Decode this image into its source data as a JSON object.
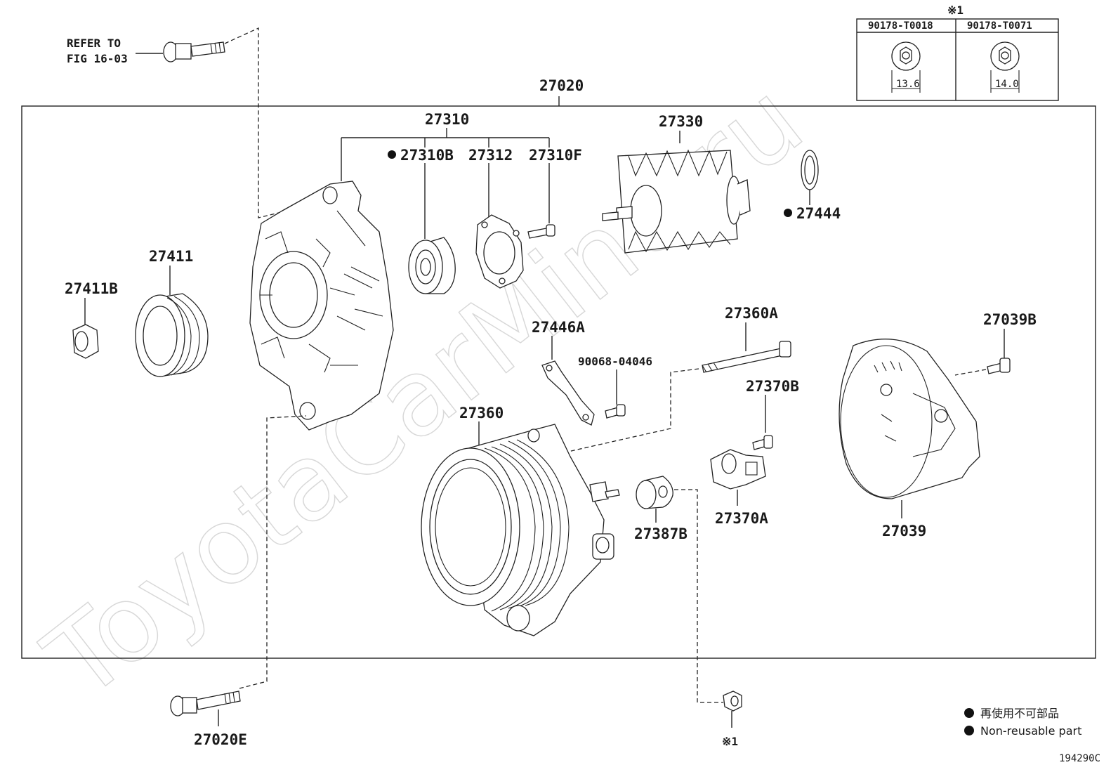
{
  "refer": {
    "line1": "REFER TO",
    "line2": "FIG 16-03"
  },
  "assembly": {
    "label": "27020"
  },
  "group": {
    "label": "27310"
  },
  "parts": {
    "p27310B": "27310B",
    "p27312": "27312",
    "p27310F": "27310F",
    "p27330": "27330",
    "p27444": "27444",
    "p27411": "27411",
    "p27411B": "27411B",
    "p27446A": "27446A",
    "p90068": "90068-04046",
    "p27360A": "27360A",
    "p27039B": "27039B",
    "p27370B": "27370B",
    "p27360": "27360",
    "p27387B": "27387B",
    "p27370A": "27370A",
    "p27039": "27039",
    "p27020E": "27020E",
    "note1": "※1"
  },
  "table": {
    "mark": "※1",
    "col1": {
      "part": "90178-T0018",
      "size": "13.6"
    },
    "col2": {
      "part": "90178-T0071",
      "size": "14.0"
    }
  },
  "legend": {
    "jp": "再使用不可部品",
    "en": "Non-reusable part"
  },
  "diagram_id": "194290C",
  "watermark": "ToyotaCarMine.ru",
  "colors": {
    "line": "#222222",
    "background": "#ffffff"
  }
}
